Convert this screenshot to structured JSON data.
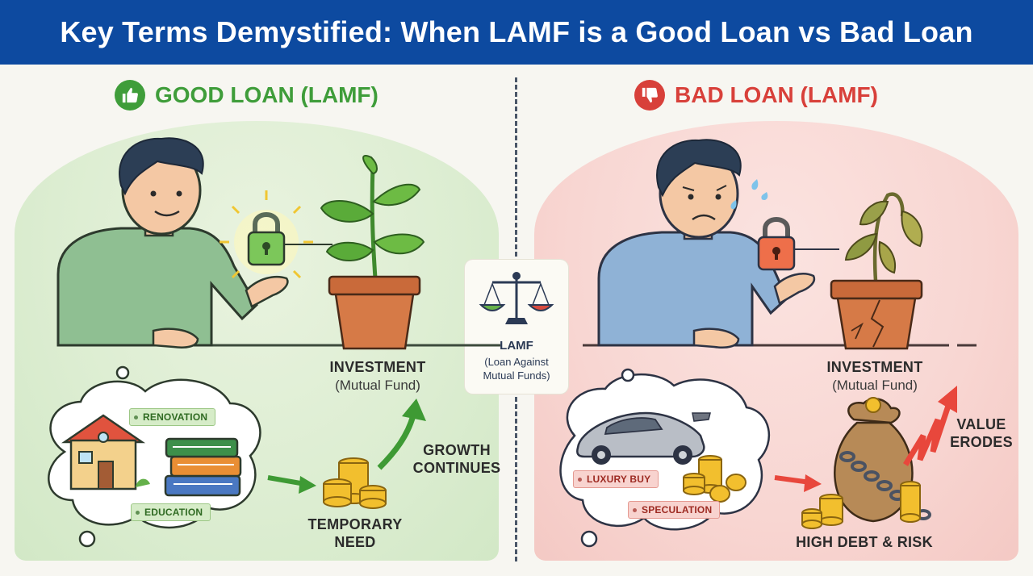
{
  "title": "Key Terms Demystified: When LAMF is a Good Loan vs Bad Loan",
  "good": {
    "heading": "GOOD LOAN (LAMF)",
    "icon": "thumbs-up-icon",
    "color": "#3f9d3a",
    "investment_label": "INVESTMENT",
    "investment_sub": "(Mutual Fund)",
    "tags": [
      "RENOVATION",
      "EDUCATION"
    ],
    "need_label_line1": "TEMPORARY",
    "need_label_line2": "NEED",
    "growth_label_line1": "GROWTH",
    "growth_label_line2": "CONTINUES"
  },
  "bad": {
    "heading": "BAD LOAN (LAMF)",
    "icon": "thumbs-down-icon",
    "color": "#d8403a",
    "investment_label": "INVESTMENT",
    "investment_sub": "(Mutual Fund)",
    "tags": [
      "LUXURY BUY",
      "SPECULATION"
    ],
    "risk_label": "HIGH DEBT & RISK",
    "value_label_line1": "VALUE",
    "value_label_line2": "ERODES"
  },
  "center": {
    "label": "LAMF",
    "sub_line1": "(Loan Against",
    "sub_line2": "Mutual Funds)",
    "icon": "scales-icon"
  },
  "colors": {
    "banner": "#0d4aa0",
    "good_panel": "#dcedd1",
    "bad_panel": "#f8d6d2"
  }
}
